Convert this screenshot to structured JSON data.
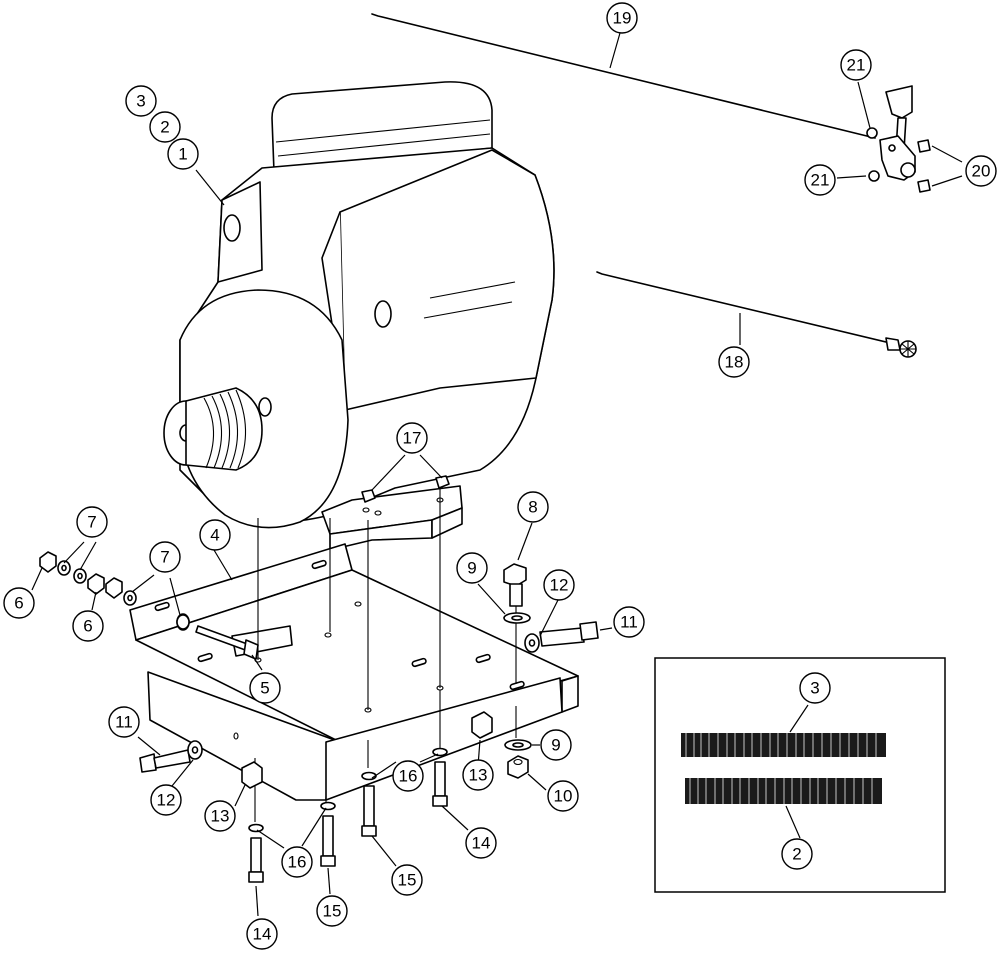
{
  "callouts": [
    {
      "id": "c1",
      "label": "1"
    },
    {
      "id": "c2",
      "label": "2"
    },
    {
      "id": "c3",
      "label": "3"
    },
    {
      "id": "c4",
      "label": "4"
    },
    {
      "id": "c5",
      "label": "5"
    },
    {
      "id": "c6a",
      "label": "6"
    },
    {
      "id": "c6b",
      "label": "6"
    },
    {
      "id": "c7a",
      "label": "7"
    },
    {
      "id": "c7b",
      "label": "7"
    },
    {
      "id": "c8",
      "label": "8"
    },
    {
      "id": "c9a",
      "label": "9"
    },
    {
      "id": "c9b",
      "label": "9"
    },
    {
      "id": "c10",
      "label": "10"
    },
    {
      "id": "c11a",
      "label": "11"
    },
    {
      "id": "c11b",
      "label": "11"
    },
    {
      "id": "c12a",
      "label": "12"
    },
    {
      "id": "c12b",
      "label": "12"
    },
    {
      "id": "c13a",
      "label": "13"
    },
    {
      "id": "c13b",
      "label": "13"
    },
    {
      "id": "c14a",
      "label": "14"
    },
    {
      "id": "c14b",
      "label": "14"
    },
    {
      "id": "c15a",
      "label": "15"
    },
    {
      "id": "c15b",
      "label": "15"
    },
    {
      "id": "c16a",
      "label": "16"
    },
    {
      "id": "c16b",
      "label": "16"
    },
    {
      "id": "c17",
      "label": "17"
    },
    {
      "id": "c18",
      "label": "18"
    },
    {
      "id": "c19",
      "label": "19"
    },
    {
      "id": "c20",
      "label": "20"
    },
    {
      "id": "c21a",
      "label": "21"
    },
    {
      "id": "c21b",
      "label": "21"
    },
    {
      "id": "c3i",
      "label": "3"
    },
    {
      "id": "c2i",
      "label": "2"
    }
  ]
}
